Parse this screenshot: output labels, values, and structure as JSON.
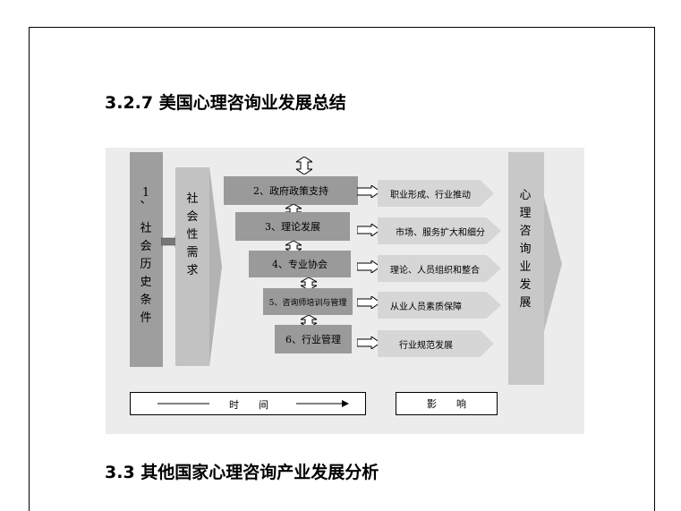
{
  "heading_327": "3.2.7 美国心理咨询业发展总结",
  "heading_33": "3.3 其他国家心理咨询产业发展分析",
  "diagram": {
    "left_col": [
      "1",
      "、",
      "社",
      "会",
      "历",
      "史",
      "条",
      "件"
    ],
    "demand_col": [
      "社",
      "会",
      "性",
      "需",
      "求"
    ],
    "factors": [
      "2、政府政策支持",
      "3、理论发展",
      "4、专业协会",
      "5、咨询师培训与管理",
      "6、行业管理"
    ],
    "effects": [
      "职业形成、行业推动",
      "市场、服务扩大和细分",
      "理论、人员组织和整合",
      "从业人员素质保障",
      "行业规范发展"
    ],
    "right_col": [
      "心",
      "理",
      "咨",
      "询",
      "业",
      "发",
      "展"
    ],
    "time_label": "时　　间",
    "influence_label": "影　　响"
  }
}
